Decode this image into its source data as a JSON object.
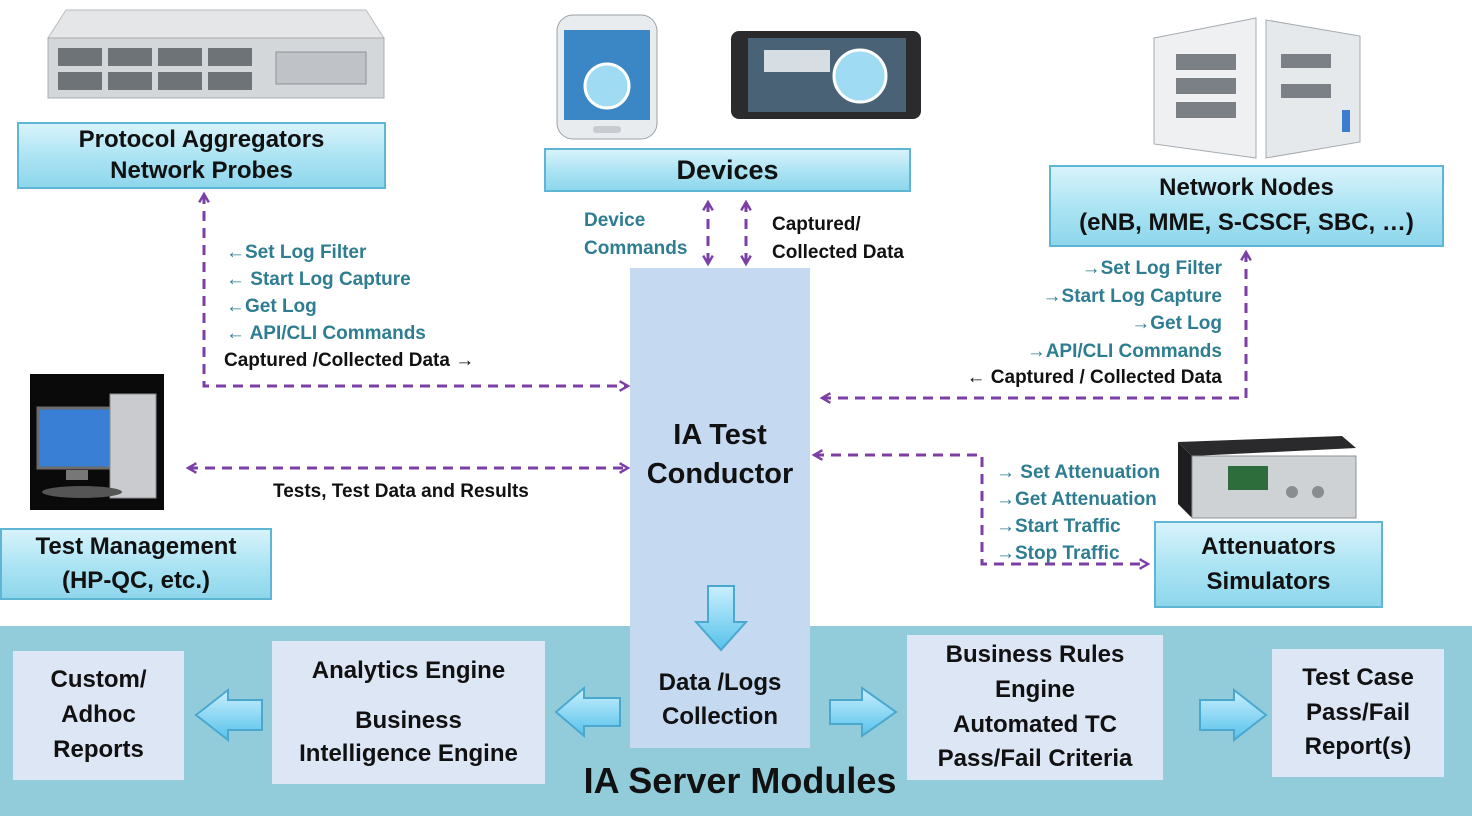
{
  "boxes": {
    "protocol": {
      "line1": "Protocol Aggregators",
      "line2": "Network Probes"
    },
    "devices": {
      "label": "Devices"
    },
    "network_nodes": {
      "line1": "Network Nodes",
      "line2": "(eNB, MME, S-CSCF, SBC, …)"
    },
    "test_management": {
      "line1": "Test Management",
      "line2": "(HP-QC, etc.)"
    },
    "attenuators": {
      "line1": "Attenuators",
      "line2": "Simulators"
    },
    "conductor": {
      "line1": "IA Test",
      "line2": "Conductor"
    }
  },
  "labels": {
    "protocol_cmds": [
      "←Set Log Filter",
      "← Start Log Capture",
      "←Get Log",
      "← API/CLI Commands"
    ],
    "protocol_data": "Captured /Collected Data →",
    "device_commands": [
      "Device",
      "Commands"
    ],
    "device_data": [
      "Captured/",
      "Collected Data"
    ],
    "node_cmds": [
      "→Set Log Filter",
      "→Start Log Capture",
      "→Get Log",
      "→API/CLI Commands"
    ],
    "node_data": "← Captured / Collected Data",
    "tests": "Tests,  Test Data and Results",
    "atten_cmds": [
      "→ Set Attenuation",
      "→Get Attenuation",
      "→Start Traffic",
      "→Stop Traffic"
    ]
  },
  "server": {
    "title": "IA Server Modules",
    "custom": [
      "Custom/",
      "Adhoc",
      "Reports"
    ],
    "analytics": [
      "Analytics Engine",
      "Business",
      "Intelligence Engine"
    ],
    "data_logs": [
      "Data /Logs",
      "Collection"
    ],
    "business_rules": [
      "Business Rules",
      "Engine",
      "Automated TC",
      "Pass/Fail Criteria"
    ],
    "test_case": [
      "Test Case",
      "Pass/Fail",
      "Report(s)"
    ]
  },
  "colors": {
    "arrow": "#7b3fa6",
    "server_band": "#92ccdb",
    "conductor": "#c5d9f0",
    "module": "#dce6f4",
    "teal_text": "#2e7d91",
    "big_arrow": "#7fd1ee"
  },
  "icons": {
    "rack": "network-appliance-image",
    "phone": "smartphone-image",
    "tablet": "tablet-image",
    "nodes": "network-node-cabinet-image",
    "pc": "desktop-computer-image",
    "attenuator": "attenuator-device-image"
  }
}
